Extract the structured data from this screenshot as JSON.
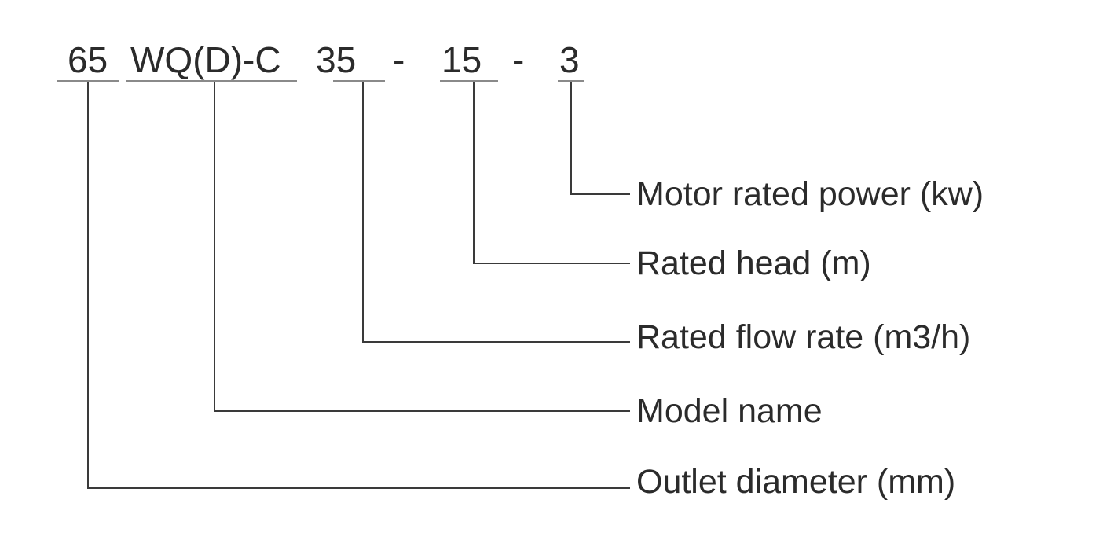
{
  "model_code": {
    "diameter": "65",
    "model": "WQ(D)-C",
    "flow": "35",
    "sep1": "-",
    "head": "15",
    "sep2": "-",
    "power": "3"
  },
  "labels": {
    "power": "Motor rated power (kw)",
    "head": "Rated head (m)",
    "flow": "Rated flow rate (m3/h)",
    "model": "Model name",
    "diameter": "Outlet diameter (mm)"
  }
}
